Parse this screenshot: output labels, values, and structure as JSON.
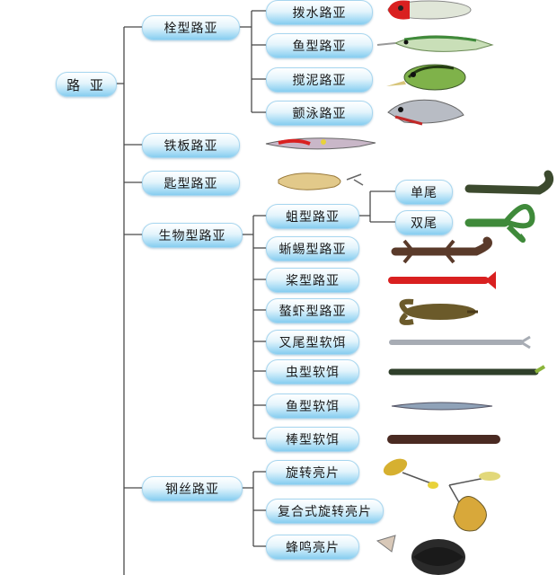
{
  "root": "路 亚",
  "cats": {
    "c1": "栓型路亚",
    "c2": "铁板路亚",
    "c3": "匙型路亚",
    "c4": "生物型路亚",
    "c5": "钢丝路亚"
  },
  "subs": {
    "s1": "拨水路亚",
    "s2": "鱼型路亚",
    "s3": "搅泥路亚",
    "s4": "颤泳路亚",
    "s5": "蛆型路亚",
    "s6": "蜥蜴型路亚",
    "s7": "桨型路亚",
    "s8": "螯虾型路亚",
    "s9": "叉尾型软饵",
    "s10": "虫型软饵",
    "s11": "鱼型软饵",
    "s12": "棒型软饵",
    "s13": "旋转亮片",
    "s14": "复合式旋转亮片",
    "s15": "蜂鸣亮片"
  },
  "tails": {
    "t1": "单尾",
    "t2": "双尾"
  },
  "colors": {
    "line": "#4a4a4a",
    "red": "#d92020",
    "green": "#3f8a3a",
    "brown": "#5a3a2a"
  }
}
